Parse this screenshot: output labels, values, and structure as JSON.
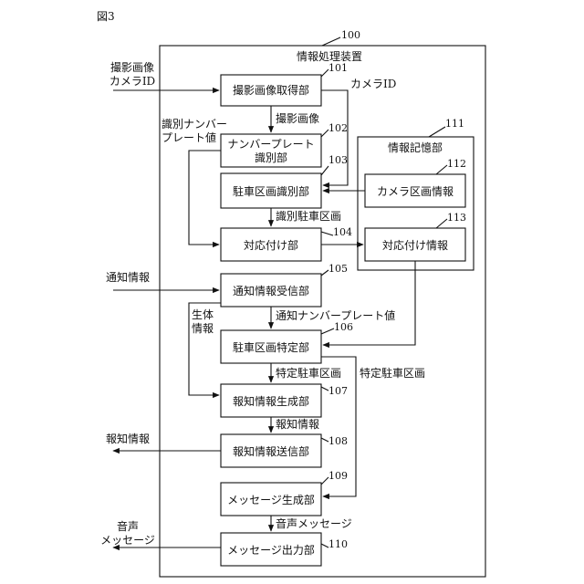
{
  "figure_label": "図3",
  "device": {
    "ref": "100",
    "title": "情報処理装置"
  },
  "storage": {
    "ref": "111",
    "title": "情報記憶部"
  },
  "blocks": {
    "b101": {
      "ref": "101",
      "label": "撮影画像取得部"
    },
    "b102": {
      "ref": "102",
      "label": [
        "ナンバープレート",
        "識別部"
      ]
    },
    "b103": {
      "ref": "103",
      "label": "駐車区画識別部"
    },
    "b104": {
      "ref": "104",
      "label": "対応付け部"
    },
    "b105": {
      "ref": "105",
      "label": "通知情報受信部"
    },
    "b106": {
      "ref": "106",
      "label": "駐車区画特定部"
    },
    "b107": {
      "ref": "107",
      "label": "報知情報生成部"
    },
    "b108": {
      "ref": "108",
      "label": "報知情報送信部"
    },
    "b109": {
      "ref": "109",
      "label": "メッセージ生成部"
    },
    "b110": {
      "ref": "110",
      "label": "メッセージ出力部"
    },
    "b112": {
      "ref": "112",
      "label": "カメラ区画情報"
    },
    "b113": {
      "ref": "113",
      "label": "対応付け情報"
    }
  },
  "signals": {
    "input_image": [
      "撮影画像",
      "カメラID"
    ],
    "camera_id": "カメラID",
    "captured_image": "撮影画像",
    "plate_value": [
      "識別ナンバー",
      "プレート値"
    ],
    "identified_section": "識別駐車区画",
    "notification_in": "通知情報",
    "notify_plate": "通知ナンバープレート値",
    "biometric": [
      "生体",
      "情報"
    ],
    "specific_section_1": "特定駐車区画",
    "specific_section_2": "特定駐車区画",
    "alert_info": "報知情報",
    "alert_out": "報知情報",
    "voice_message": "音声メッセージ",
    "voice_out": [
      "音声",
      "メッセージ"
    ]
  }
}
